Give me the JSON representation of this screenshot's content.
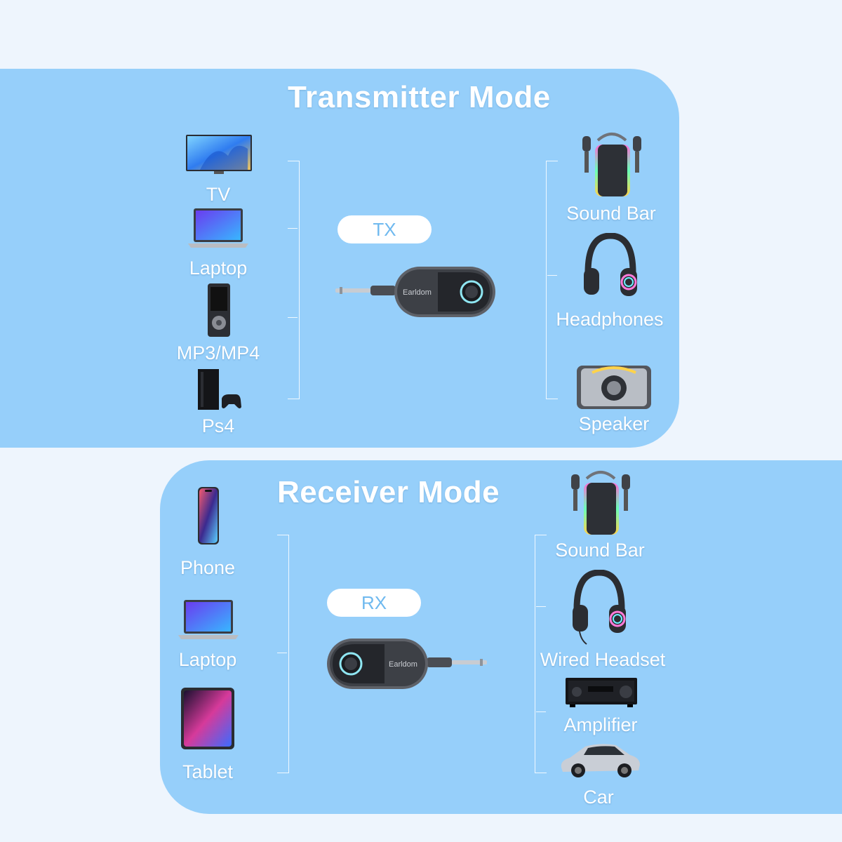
{
  "transmitter": {
    "title": "Transmitter Mode",
    "badge": "TX",
    "brand": "Earldom",
    "sources": [
      {
        "label": "TV",
        "icon": "tv-icon"
      },
      {
        "label": "Laptop",
        "icon": "laptop-icon"
      },
      {
        "label": "MP3/MP4",
        "icon": "mp3-player-icon"
      },
      {
        "label": "Ps4",
        "icon": "game-console-icon"
      }
    ],
    "outputs": [
      {
        "label": "Sound Bar",
        "icon": "sound-bar-icon"
      },
      {
        "label": "Headphones",
        "icon": "headphones-icon"
      },
      {
        "label": "Speaker",
        "icon": "speaker-icon"
      }
    ]
  },
  "receiver": {
    "title": "Receiver Mode",
    "badge": "RX",
    "brand": "Earldom",
    "sources": [
      {
        "label": "Phone",
        "icon": "phone-icon"
      },
      {
        "label": "Laptop",
        "icon": "laptop-icon"
      },
      {
        "label": "Tablet",
        "icon": "tablet-icon"
      }
    ],
    "outputs": [
      {
        "label": "Sound Bar",
        "icon": "sound-bar-icon"
      },
      {
        "label": "Wired Headset",
        "icon": "wired-headset-icon"
      },
      {
        "label": "Amplifier",
        "icon": "amplifier-icon"
      },
      {
        "label": "Car",
        "icon": "car-icon"
      }
    ]
  },
  "colors": {
    "panel": "#96cffa",
    "background": "#eef5fd",
    "badge_text": "#6fb9ef"
  }
}
